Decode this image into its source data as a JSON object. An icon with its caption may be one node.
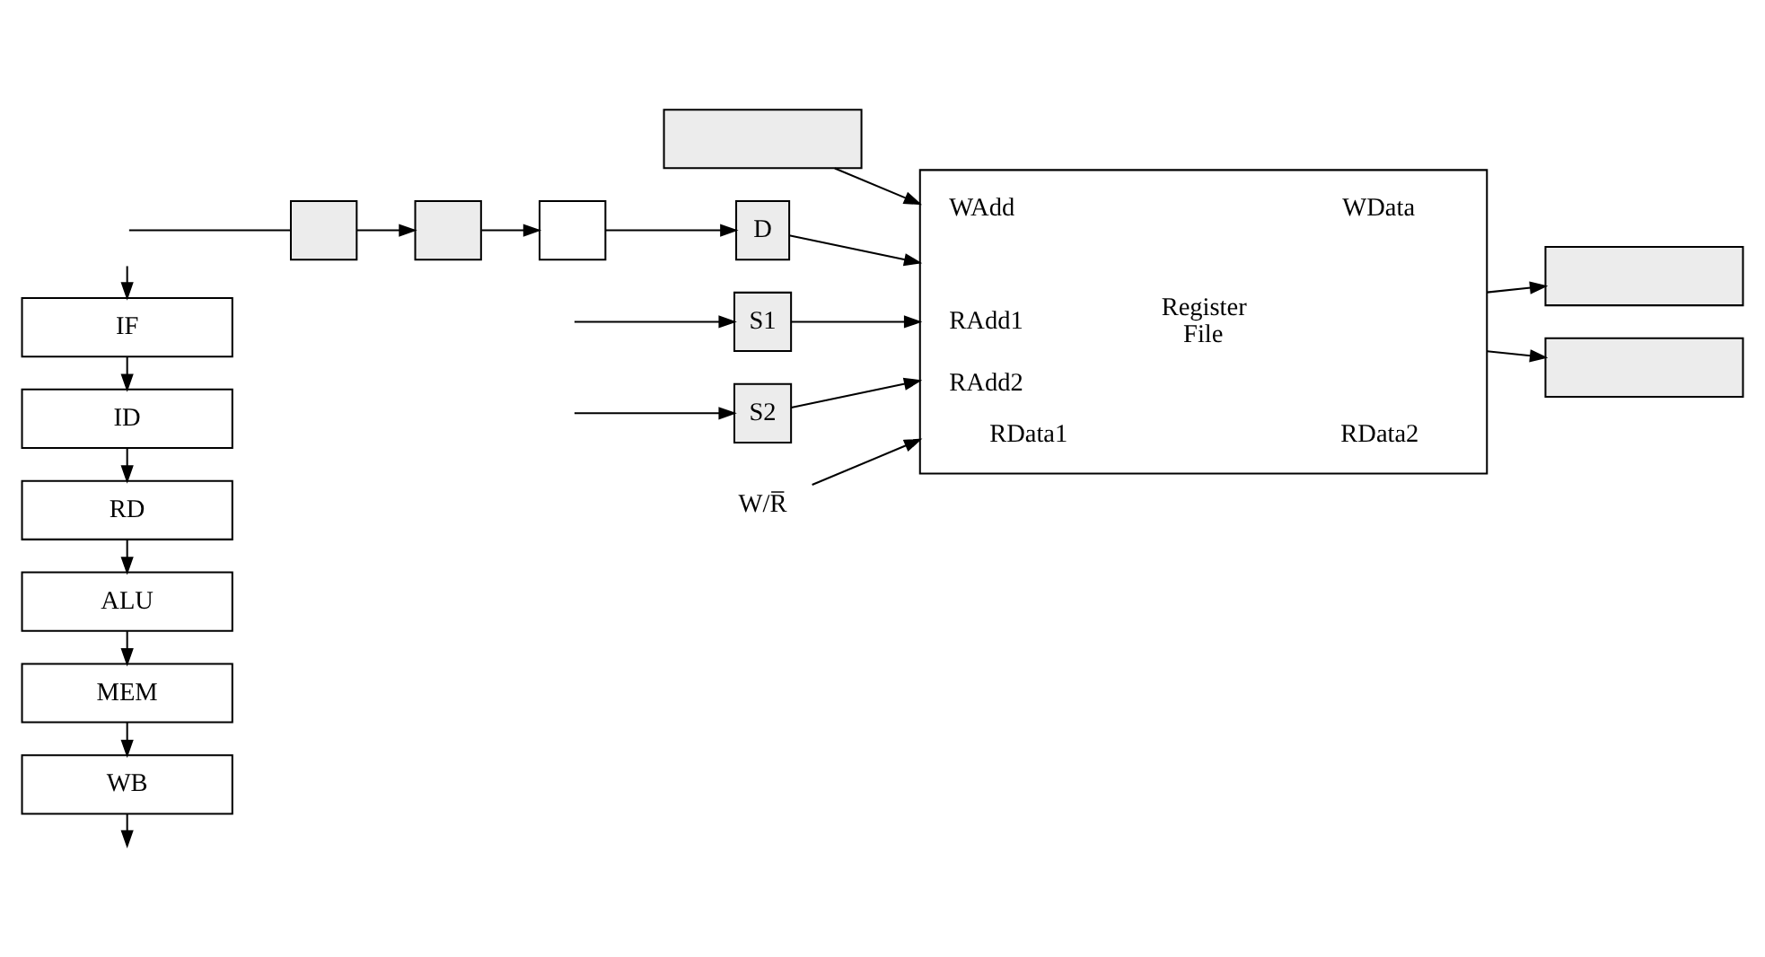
{
  "diagram": {
    "nodes": [
      {
        "text": [
          "IF"
        ]
      },
      {
        "text": [
          "ID"
        ]
      },
      {
        "text": [
          "RD"
        ]
      },
      {
        "text": [
          "ALU"
        ]
      },
      {
        "text": [
          "MEM"
        ]
      },
      {
        "text": [
          "WB"
        ]
      },
      {
        "text": [],
        "shape": "box"
      },
      {
        "text": [],
        "shape": "box"
      },
      {
        "text": [],
        "shape": "box"
      },
      {
        "text": [],
        "shape": "box"
      },
      {
        "text": [
          "D"
        ]
      },
      {
        "text": [
          "S1"
        ]
      },
      {
        "text": [
          "S2"
        ]
      },
      {
        "text": [
          "WAdd",
          "WData",
          "Register File",
          "RAdd1",
          "RAdd2",
          "RData1",
          "RData2"
        ]
      },
      {
        "text": [],
        "shape": "box"
      },
      {
        "text": [],
        "shape": "box"
      },
      {
        "text": [
          "W/R̅"
        ]
      }
    ],
    "edges": [
      {
        "from": null,
        "to": 0,
        "arrow": "to"
      },
      {
        "from": 0,
        "to": 1,
        "arrow": "to"
      },
      {
        "from": 1,
        "to": 2,
        "arrow": "to"
      },
      {
        "from": 2,
        "to": 3,
        "arrow": "to"
      },
      {
        "from": 3,
        "to": 4,
        "arrow": "to"
      },
      {
        "from": 4,
        "to": 5,
        "arrow": "to"
      },
      {
        "from": 5,
        "to": null,
        "arrow": "to"
      },
      {
        "from": null,
        "to": 7,
        "arrow": "none"
      },
      {
        "from": 7,
        "to": 8,
        "arrow": "to"
      },
      {
        "from": 8,
        "to": 9,
        "arrow": "to"
      },
      {
        "from": 9,
        "to": 10,
        "arrow": "to"
      },
      {
        "from": null,
        "to": 11,
        "arrow": "to"
      },
      {
        "from": null,
        "to": 12,
        "arrow": "to"
      },
      {
        "from": 10,
        "to": 13,
        "arrow": "to"
      },
      {
        "from": 11,
        "to": 13,
        "arrow": "to"
      },
      {
        "from": 12,
        "to": 13,
        "arrow": "to"
      },
      {
        "from": 6,
        "to": 13,
        "arrow": "to"
      },
      {
        "from": 16,
        "to": 13,
        "arrow": "to"
      },
      {
        "from": 13,
        "to": 14,
        "arrow": "to"
      },
      {
        "from": 13,
        "to": 15,
        "arrow": "to"
      }
    ]
  }
}
